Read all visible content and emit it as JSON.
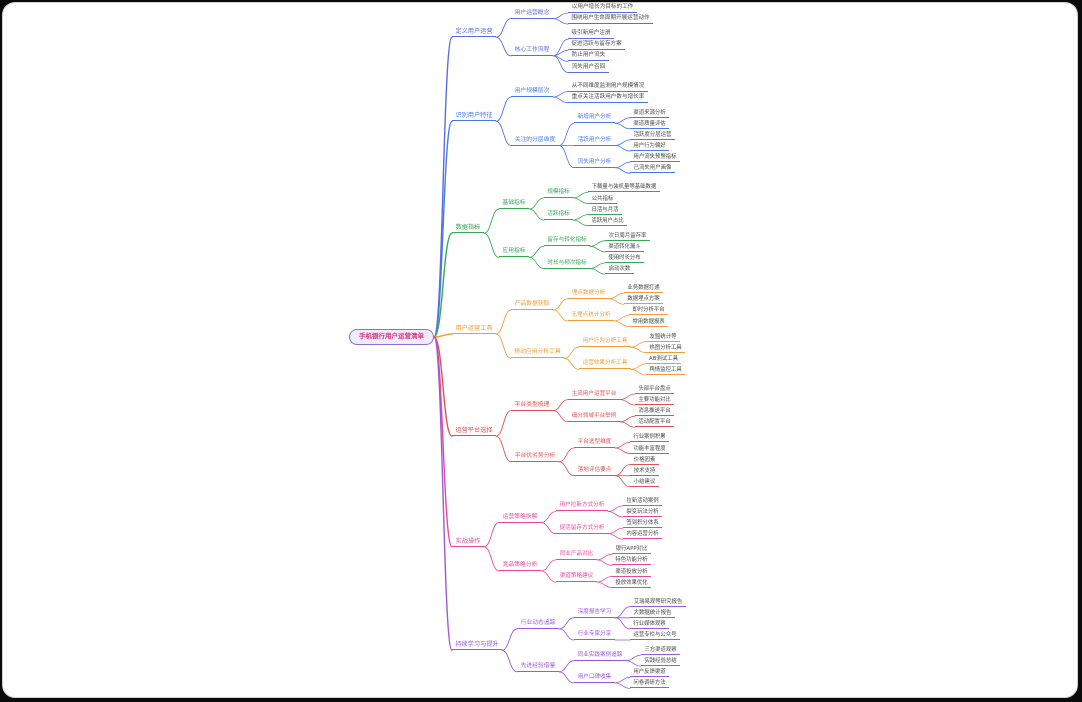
{
  "canvas": {
    "background": "#ffffff",
    "page_background": "#0a0a0a"
  },
  "mindmap": {
    "root": {
      "label": "手机银行用户运营清单",
      "text_color": "#d63384",
      "border_color": "#8b6fd8",
      "fill": "#f1ecfb"
    },
    "branches": [
      {
        "label": "定义用户运营",
        "color": "#5b6ce0",
        "children": [
          {
            "label": "用户运营概念",
            "children": [
              {
                "label": "以用户增长为目标的工作"
              },
              {
                "label": "围绕用户生命周期开展运营动作"
              }
            ]
          },
          {
            "label": "核心工作流程",
            "children": [
              {
                "label": "吸引新用户注册"
              },
              {
                "label": "促进活跃与留存方案"
              },
              {
                "label": "防止用户流失"
              },
              {
                "label": "流失用户召回"
              }
            ]
          }
        ]
      },
      {
        "label": "识别用户特征",
        "color": "#4879e8",
        "children": [
          {
            "label": "用户规模层次",
            "children": [
              {
                "label": "从不同维度监测用户规模情况"
              },
              {
                "label": "重点关注活跃用户数与增长率"
              }
            ]
          },
          {
            "label": "关注的分层维度",
            "children": [
              {
                "label": "新增用户分析",
                "children": [
                  {
                    "label": "渠道来源分析"
                  },
                  {
                    "label": "渠道质量评估"
                  }
                ]
              },
              {
                "label": "活跃用户分析",
                "children": [
                  {
                    "label": "活跃度分层运营"
                  },
                  {
                    "label": "用户行为偏好"
                  }
                ]
              },
              {
                "label": "流失用户分析",
                "children": [
                  {
                    "label": "用户流失预警指标"
                  },
                  {
                    "label": "已流失用户画像"
                  }
                ]
              }
            ]
          }
        ]
      },
      {
        "label": "数据指标",
        "color": "#34a853",
        "children": [
          {
            "label": "基础指标",
            "children": [
              {
                "label": "规模指标",
                "children": [
                  {
                    "label": "下载量与装机量等基础数据"
                  },
                  {
                    "label": "公共指标"
                  }
                ]
              },
              {
                "label": "活跃指标",
                "children": [
                  {
                    "label": "日活与月活"
                  },
                  {
                    "label": "活跃用户占比"
                  }
                ]
              }
            ]
          },
          {
            "label": "应用指标",
            "children": [
              {
                "label": "留存与转化指标",
                "children": [
                  {
                    "label": "次日周月留存率"
                  },
                  {
                    "label": "渠道转化漏斗"
                  }
                ]
              },
              {
                "label": "时长与频次指标",
                "children": [
                  {
                    "label": "使用时长分布"
                  },
                  {
                    "label": "启动次数"
                  }
                ]
              }
            ]
          }
        ]
      },
      {
        "label": "用户运营工具",
        "color": "#f29b38",
        "children": [
          {
            "label": "产品数据获取",
            "children": [
              {
                "label": "埋点数据分析",
                "children": [
                  {
                    "label": "业务数据打通"
                  },
                  {
                    "label": "数据埋点方案"
                  }
                ]
              },
              {
                "label": "无埋点统计分析",
                "children": [
                  {
                    "label": "即时分析平台"
                  },
                  {
                    "label": "常用数据报表"
                  }
                ]
              }
            ]
          },
          {
            "label": "移动应用分析工具",
            "children": [
              {
                "label": "用户行为分析工具",
                "children": [
                  {
                    "label": "友盟统计等"
                  },
                  {
                    "label": "热图分析工具"
                  }
                ]
              },
              {
                "label": "运营效果分析工具",
                "children": [
                  {
                    "label": "AB测试工具"
                  },
                  {
                    "label": "舆情监控工具"
                  }
                ]
              }
            ]
          }
        ]
      },
      {
        "label": "运营平台选择",
        "color": "#e05252",
        "children": [
          {
            "label": "平台类型梳理",
            "children": [
              {
                "label": "主流用户运营平台",
                "children": [
                  {
                    "label": "头部平台盘点"
                  },
                  {
                    "label": "主要功能对比"
                  }
                ]
              },
              {
                "label": "细分领域平台举例",
                "children": [
                  {
                    "label": "消息推送平台"
                  },
                  {
                    "label": "活动配置平台"
                  }
                ]
              }
            ]
          },
          {
            "label": "平台优劣势分析",
            "children": [
              {
                "label": "平台选型维度",
                "children": [
                  {
                    "label": "行业案例积累"
                  },
                  {
                    "label": "功能丰富程度"
                  }
                ]
              },
              {
                "label": "落地评估要点",
                "children": [
                  {
                    "label": "价格因素"
                  },
                  {
                    "label": "技术支持"
                  },
                  {
                    "label": "小结建议"
                  }
                ]
              }
            ]
          }
        ]
      },
      {
        "label": "实战操作",
        "color": "#e8489b",
        "children": [
          {
            "label": "运营策略拆解",
            "children": [
              {
                "label": "用户拉新方式分析",
                "children": [
                  {
                    "label": "拉新活动案例"
                  },
                  {
                    "label": "裂变玩法分析"
                  }
                ]
              },
              {
                "label": "促活留存方式分析",
                "children": [
                  {
                    "label": "签到积分体系"
                  },
                  {
                    "label": "内容运营分析"
                  }
                ]
              }
            ]
          },
          {
            "label": "竞品策略分析",
            "children": [
              {
                "label": "同业产品对比",
                "children": [
                  {
                    "label": "银行APP对比"
                  },
                  {
                    "label": "特色功能分析"
                  }
                ]
              },
              {
                "label": "渠道策略建议",
                "children": [
                  {
                    "label": "渠道投放分析"
                  },
                  {
                    "label": "投放效果优化"
                  }
                ]
              }
            ]
          }
        ]
      },
      {
        "label": "持续学习与提升",
        "color": "#9b59d6",
        "children": [
          {
            "label": "行业动态追踪",
            "children": [
              {
                "label": "深度报告学习",
                "children": [
                  {
                    "label": "艾瑞易观等研究报告"
                  },
                  {
                    "label": "大数据统计报告"
                  },
                  {
                    "label": "行业媒体观察"
                  }
                ]
              },
              {
                "label": "行业专家分享",
                "children": [
                  {
                    "label": "运营专栏与公众号"
                  }
                ]
              }
            ]
          },
          {
            "label": "先进经验借鉴",
            "children": [
              {
                "label": "同业实践案例追踪",
                "children": [
                  {
                    "label": "三方渠道观察"
                  },
                  {
                    "label": "实践经验总结"
                  }
                ]
              },
              {
                "label": "用户口碑收集",
                "children": [
                  {
                    "label": "用户反馈渠道"
                  },
                  {
                    "label": "问卷调研方法"
                  }
                ]
              }
            ]
          }
        ]
      }
    ]
  }
}
